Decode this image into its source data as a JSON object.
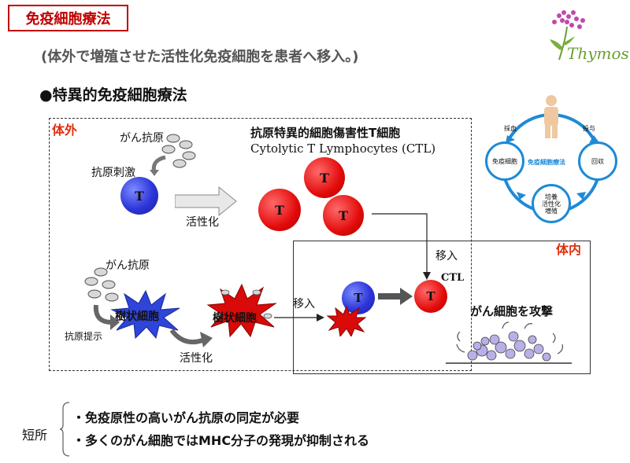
{
  "header": {
    "title": "免疫細胞療法",
    "subtitle": "(体外で増殖させた活性化免疫細胞を患者へ移入。)",
    "logo_text": "Thymos"
  },
  "section": {
    "heading": "●特異的免疫細胞療法"
  },
  "diagram": {
    "outside_label": "体外",
    "inside_label": "体内",
    "antigen_label_top": "がん抗原",
    "antigen_stimulation": "抗原刺激",
    "activation_top": "活性化",
    "ctl_title_jp": "抗原特異的細胞傷害性T細胞",
    "ctl_title_en": "Cytolytic T Lymphocytes (CTL)",
    "t_cell_letter": "T",
    "transfer_label_right": "移入",
    "antigen_label_bottom": "がん抗原",
    "dendritic_cell": "樹状細胞",
    "antigen_presentation": "抗原提示",
    "activation_bottom": "活性化",
    "transfer_label_mid": "移入",
    "ctl_short": "CTL",
    "attack_label": "がん細胞を攻撃"
  },
  "cycle": {
    "center": "免疫細胞療法",
    "node_left": "免疫細胞",
    "node_right": "回収",
    "node_bottom_lines": [
      "培養",
      "活性化",
      "増殖"
    ],
    "label_top_left": "採血",
    "label_top_right": "投与"
  },
  "drawbacks": {
    "label": "短所",
    "items": [
      "・免疫原性の高いがん抗原の同定が必要",
      "・多くのがん細胞ではMHC分子の発現が抑制される"
    ]
  },
  "colors": {
    "accent_red": "#c00000",
    "label_red": "#e03010",
    "t_cell_blue": "#2d36d8",
    "t_cell_red": "#e30b0b",
    "cycle_blue": "#1e8ad6"
  }
}
